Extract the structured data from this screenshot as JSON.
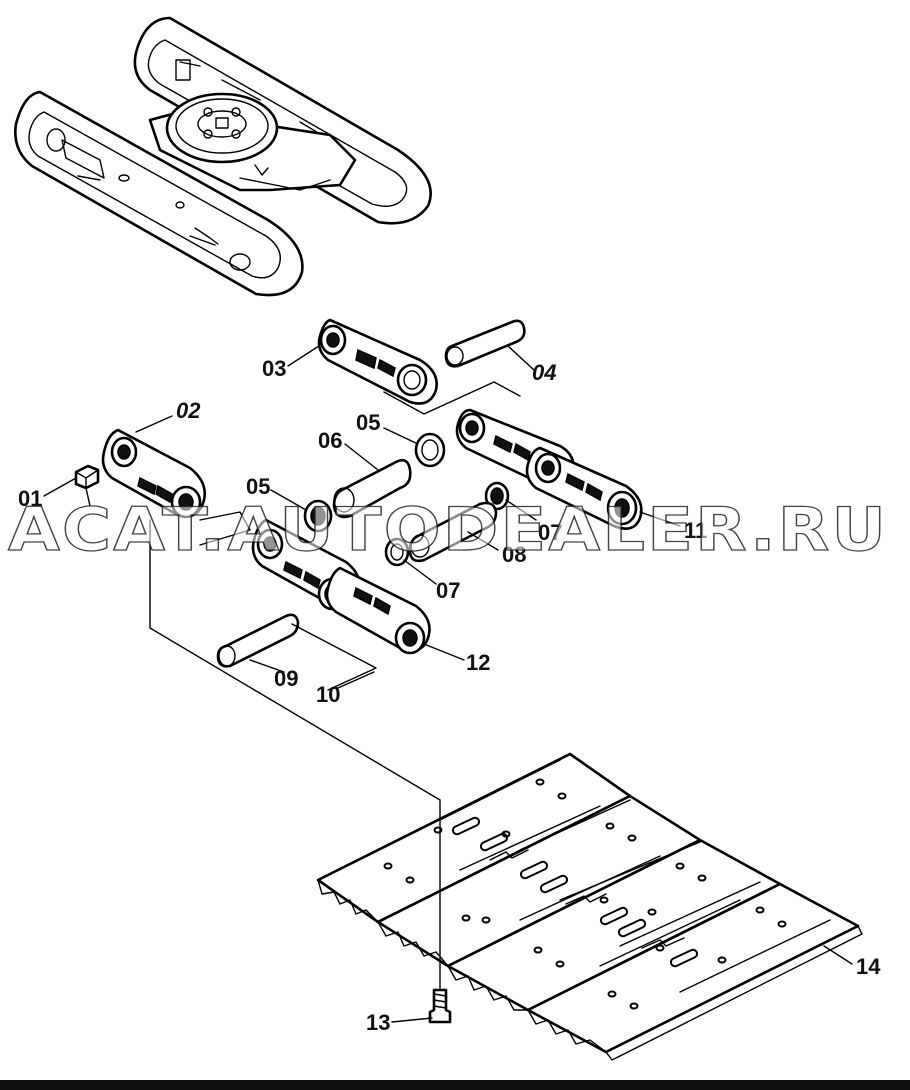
{
  "diagram": {
    "callouts": [
      {
        "id": "01",
        "label": "01",
        "italic": false
      },
      {
        "id": "02",
        "label": "02",
        "italic": true
      },
      {
        "id": "03",
        "label": "03",
        "italic": false
      },
      {
        "id": "04",
        "label": "04",
        "italic": true
      },
      {
        "id": "05a",
        "label": "05",
        "italic": false
      },
      {
        "id": "05b",
        "label": "05",
        "italic": false
      },
      {
        "id": "06",
        "label": "06",
        "italic": false
      },
      {
        "id": "07a",
        "label": "07",
        "italic": false
      },
      {
        "id": "07b",
        "label": "07",
        "italic": false
      },
      {
        "id": "08",
        "label": "08",
        "italic": false
      },
      {
        "id": "09",
        "label": "09",
        "italic": false
      },
      {
        "id": "10",
        "label": "10",
        "italic": false
      },
      {
        "id": "11",
        "label": "11",
        "italic": false
      },
      {
        "id": "12",
        "label": "12",
        "italic": false
      },
      {
        "id": "13",
        "label": "13",
        "italic": false
      },
      {
        "id": "14",
        "label": "14",
        "italic": false
      }
    ],
    "watermark": "ACAT.AUTODEALER.RU",
    "colors": {
      "line": "#000000",
      "background": "#ffffff",
      "bar": "#111111"
    }
  }
}
